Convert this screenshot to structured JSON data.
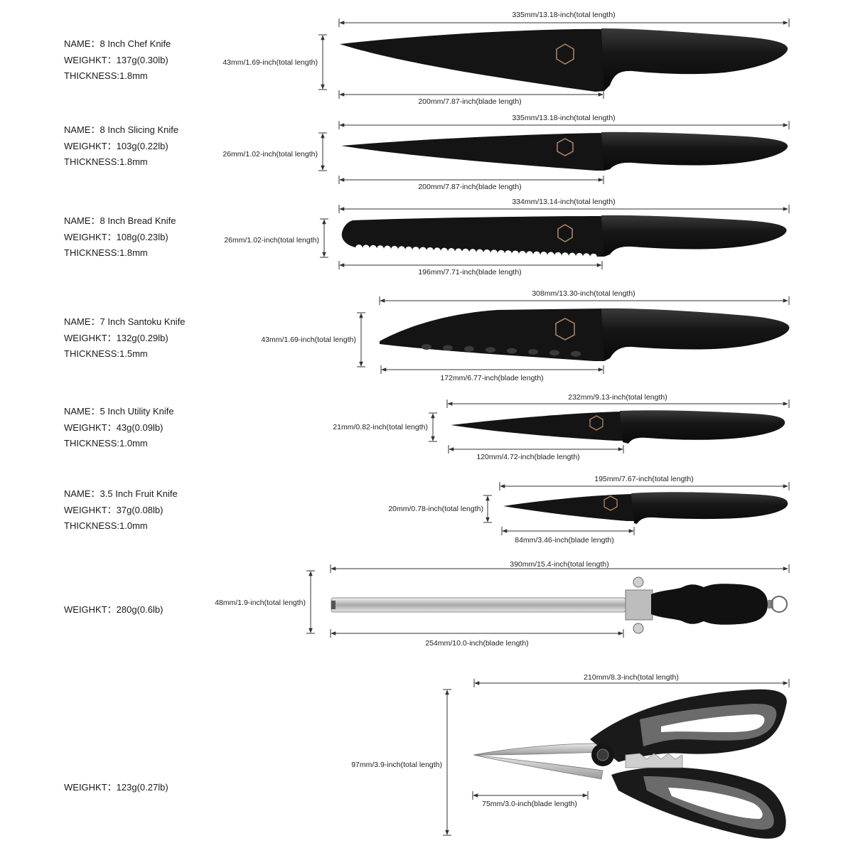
{
  "items": [
    {
      "name": "NAME：8 Inch Chef Knife",
      "weight": "WEIGHKT：137g(0.30lb)",
      "thickness": "THICKNESS:1.8mm",
      "total_length": "335mm/13.18-inch(total length)",
      "height": "43mm/1.69-inch(total length)",
      "blade_length": "200mm/7.87-inch(blade length)"
    },
    {
      "name": "NAME：8 Inch Slicing Knife",
      "weight": "WEIGHKT：103g(0.22lb)",
      "thickness": "THICKNESS:1.8mm",
      "total_length": "335mm/13.18-inch(total length)",
      "height": "26mm/1.02-inch(total length)",
      "blade_length": "200mm/7.87-inch(blade length)"
    },
    {
      "name": "NAME：8 Inch Bread Knife",
      "weight": "WEIGHKT：108g(0.23lb)",
      "thickness": "THICKNESS:1.8mm",
      "total_length": "334mm/13.14-inch(total length)",
      "height": "26mm/1.02-inch(total length)",
      "blade_length": "196mm/7.71-inch(blade length)"
    },
    {
      "name": "NAME：7 Inch Santoku Knife",
      "weight": "WEIGHKT：132g(0.29lb)",
      "thickness": "THICKNESS:1.5mm",
      "total_length": "308mm/13.30-inch(total length)",
      "height": "43mm/1.69-inch(total length)",
      "blade_length": "172mm/6.77-inch(blade length)"
    },
    {
      "name": "NAME：5 Inch Utility Knife",
      "weight": "WEIGHKT：43g(0.09lb)",
      "thickness": "THICKNESS:1.0mm",
      "total_length": "232mm/9.13-inch(total length)",
      "height": "21mm/0.82-inch(total length)",
      "blade_length": "120mm/4.72-inch(blade length)"
    },
    {
      "name": "NAME：3.5 Inch Fruit Knife",
      "weight": "WEIGHKT：37g(0.08lb)",
      "thickness": "THICKNESS:1.0mm",
      "total_length": "195mm/7.67-inch(total length)",
      "height": "20mm/0.78-inch(total length)",
      "blade_length": "84mm/3.46-inch(blade length)"
    },
    {
      "weight": "WEIGHKT：280g(0.6lb)",
      "total_length": "390mm/15.4-inch(total length)",
      "height": "48mm/1.9-inch(total length)",
      "blade_length": "254mm/10.0-inch(blade length)"
    },
    {
      "weight": "WEIGHKT：123g(0.27lb)",
      "total_length": "210mm/8.3-inch(total length)",
      "height": "97mm/3.9-inch(total length)",
      "blade_length": "75mm/3.0-inch(blade length)"
    }
  ],
  "colors": {
    "blade": "#141414",
    "handle": "#1c1c1c",
    "steel": "#c8c8c8",
    "scissor_grip": "#6b6b6b",
    "logo": "#b08a6a",
    "dim_line": "#333333"
  },
  "icons": [
    "knife-image",
    "honing-rod-image",
    "scissors-image",
    "xyj-logo-icon",
    "dimension-arrow"
  ]
}
